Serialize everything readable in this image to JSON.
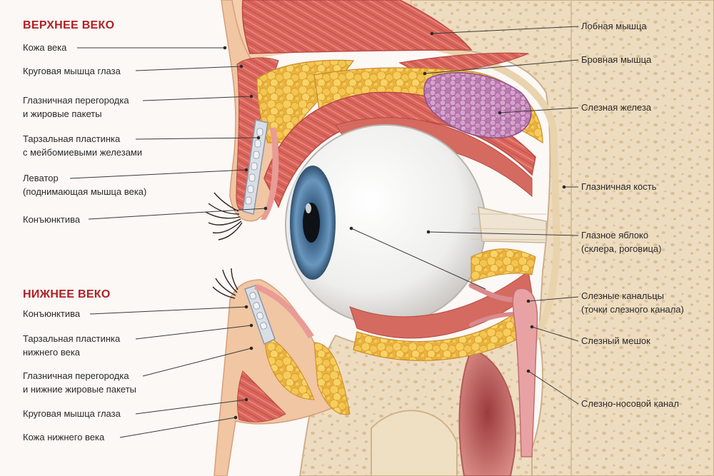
{
  "headings": {
    "upper": "ВЕРХНЕЕ ВЕКО",
    "lower": "НИЖНЕЕ ВЕКО"
  },
  "left_labels": {
    "skin": [
      "Кожа века"
    ],
    "orbicularis": [
      "Круговая мышца глаза"
    ],
    "septum": [
      "Глазничная перегородка",
      "и жировые пакеты"
    ],
    "tarsus": [
      "Тарзальная пластинка",
      "с мейбомиевыми железами"
    ],
    "levator": [
      "Леватор",
      "(поднимающая мышца века)"
    ],
    "conjunctiva": [
      "Конъюнктива"
    ],
    "lower_conjunctiva": [
      "Конъюнктива"
    ],
    "lower_tarsus": [
      "Тарзальная пластинка",
      "нижнего века"
    ],
    "lower_septum": [
      "Глазничная перегородка",
      "и нижние жировые пакеты"
    ],
    "lower_orbicularis": [
      "Круговая мышца глаза"
    ],
    "lower_skin": [
      "Кожа нижнего века"
    ]
  },
  "right_labels": {
    "frontalis": [
      "Лобная мышца"
    ],
    "brow": [
      "Бровная мышца"
    ],
    "lacrimal_gland": [
      "Слезная железа"
    ],
    "orbital_bone": [
      "Глазничная кость"
    ],
    "eyeball": [
      "Глазное яблоко",
      "(склера, роговица)"
    ],
    "canaliculi": [
      "Слезные канальцы",
      "(точки слезного канала)"
    ],
    "sac": [
      "Слезный мешок"
    ],
    "nasolacrimal": [
      "Слезно-носовой канал"
    ]
  },
  "colors": {
    "heading": "#b11f24",
    "skin": "#f1c9a8",
    "muscle": "#d86b62",
    "fat": "#f1c24e",
    "bone": "#ead6b4",
    "sclera": "#f4f4f2",
    "iris": "#4f7ea8",
    "gland": "#c98bbd"
  }
}
